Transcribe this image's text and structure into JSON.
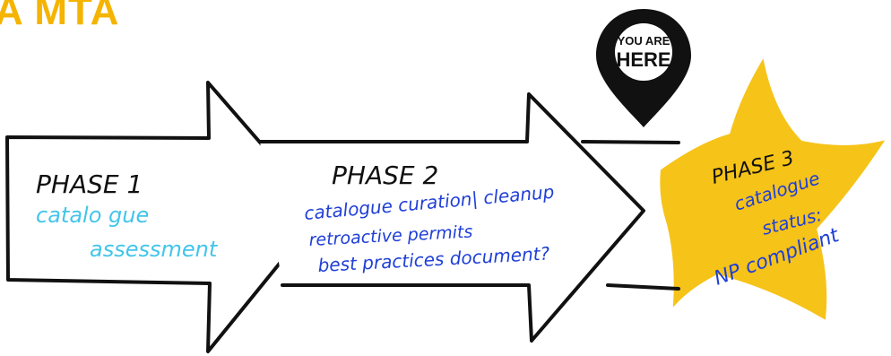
{
  "title": "A MTA",
  "colors": {
    "title": "#f4b400",
    "ink": "#111111",
    "phase1_text": "#43c5ea",
    "phase_blue": "#1f3fd6",
    "star": "#f6c319"
  },
  "pin": {
    "line1": "YOU ARE",
    "line2": "HERE",
    "icon": "map-pin-icon"
  },
  "phases": [
    {
      "heading": "PHASE 1",
      "lines": [
        "catalo gue",
        "assessment"
      ]
    },
    {
      "heading": "PHASE 2",
      "lines": [
        "catalogue curation| cleanup",
        "retroactive permits",
        "best practices document?"
      ]
    },
    {
      "heading": "PHASE 3",
      "lines": [
        "catalogue",
        "status:",
        "NP compliant"
      ]
    }
  ]
}
